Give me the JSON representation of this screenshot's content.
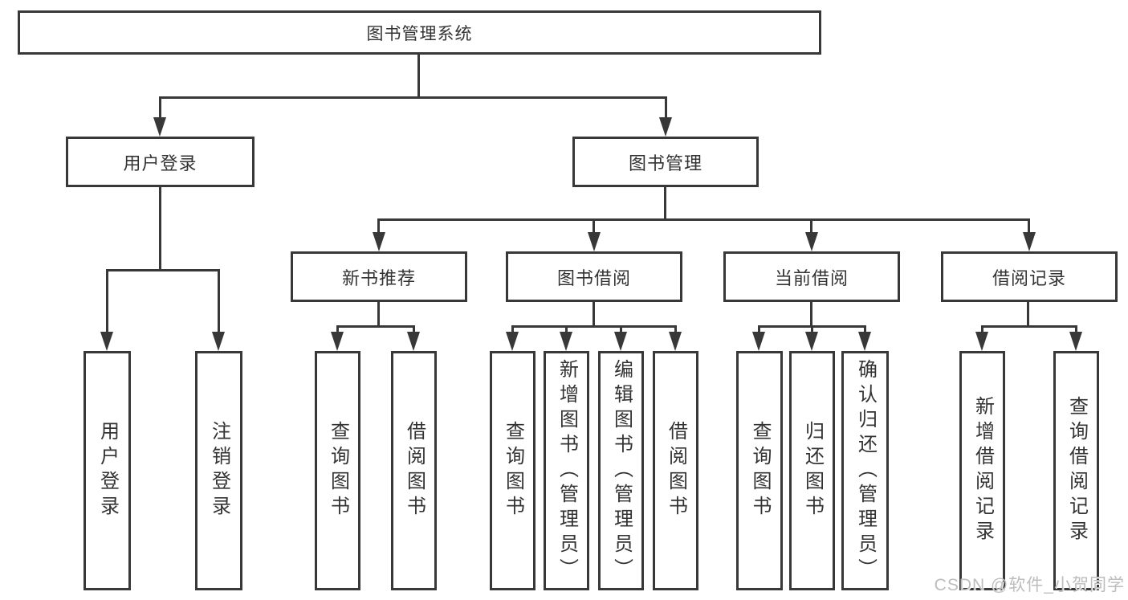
{
  "diagram": {
    "title": "图书管理系统",
    "branches": [
      {
        "label": "用户登录",
        "children": [
          {
            "label": "用户登录"
          },
          {
            "label": "注销登录"
          }
        ]
      },
      {
        "label": "图书管理",
        "children": [
          {
            "label": "新书推荐",
            "children": [
              {
                "label": "查询图书"
              },
              {
                "label": "借阅图书"
              }
            ]
          },
          {
            "label": "图书借阅",
            "children": [
              {
                "label": "查询图书"
              },
              {
                "label": "新增图书（管理员）"
              },
              {
                "label": "编辑图书（管理员）"
              },
              {
                "label": "借阅图书"
              }
            ]
          },
          {
            "label": "当前借阅",
            "children": [
              {
                "label": "查询图书"
              },
              {
                "label": "归还图书"
              },
              {
                "label": "确认归还（管理员）"
              }
            ]
          },
          {
            "label": "借阅记录",
            "children": [
              {
                "label": "新增借阅记录"
              },
              {
                "label": "查询借阅记录"
              }
            ]
          }
        ]
      }
    ]
  },
  "watermark": {
    "text": "CSDN @软件_小贺同学"
  },
  "colors": {
    "line": "#383838",
    "text": "#333333",
    "background": "#ffffff",
    "watermark": "#bdbdbd"
  }
}
